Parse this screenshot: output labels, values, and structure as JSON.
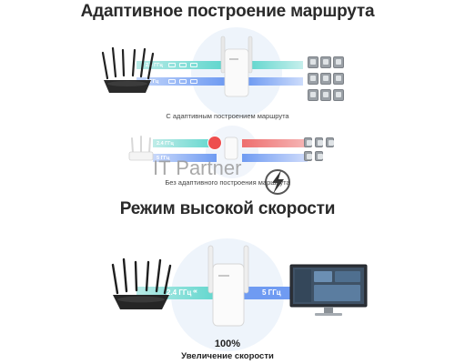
{
  "headings": {
    "adaptive": "Адаптивное построение маршрута",
    "high_speed": "Режим высокой скорости"
  },
  "captions": {
    "with_adaptive": "С адаптивным построением маршрута",
    "without_adaptive": "Без адаптивного построения маршрута"
  },
  "watermark": {
    "text": "IT Partner"
  },
  "bands": {
    "top_24": "2.4 ГГц",
    "top_5": "5 ГГц",
    "mid_24": "2.4 ГГц",
    "mid_5": "5 ГГц",
    "bottom_24": "2.4 ГГц",
    "bottom_5": "5 ГГц"
  },
  "speed": {
    "percent": "100%",
    "label": "Увеличение скорости"
  },
  "colors": {
    "teal": "#5fd6cd",
    "blue": "#6f9bf2",
    "red": "#ee6e6e",
    "halo": "#e8f1fb"
  }
}
